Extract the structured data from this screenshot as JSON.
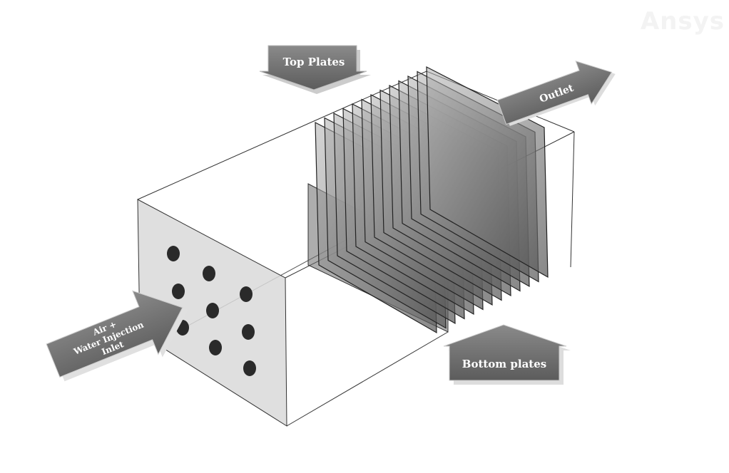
{
  "watermark": "Ansys",
  "labels": {
    "top_plates": "Top Plates",
    "outlet": "Outlet",
    "bottom_plates": "Bottom plates",
    "inlet_line1": "Air +",
    "inlet_line2": "Water Injection",
    "inlet_line3": "Inlet"
  },
  "plate_count": 13,
  "inlet_hole_count": 9,
  "colors": {
    "arrow": "#6e6e6e",
    "arrow_edge": "#d8d8d8",
    "face": "#d9d9d9",
    "plate": "#8a8a8a"
  }
}
